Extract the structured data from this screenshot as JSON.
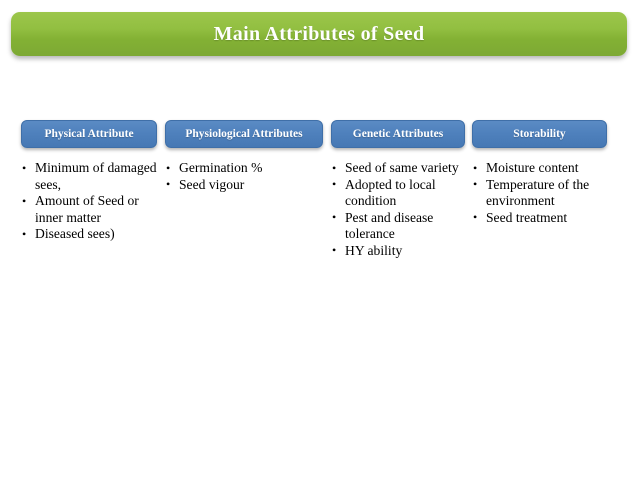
{
  "slide": {
    "title": "Main Attributes of Seed",
    "background_color": "#ffffff",
    "banner_color": "#8ebe3f",
    "header_color": "#4f81bd",
    "columns": [
      {
        "header": "Physical Attribute",
        "bullets": [
          "Minimum of damaged sees,",
          "Amount of Seed or inner matter",
          "Diseased sees)"
        ]
      },
      {
        "header": "Physiological Attributes",
        "bullets": [
          "Germination %",
          "Seed vigour"
        ]
      },
      {
        "header": "Genetic Attributes",
        "bullets": [
          "Seed of same variety",
          "Adopted to local condition",
          "Pest and disease tolerance",
          "HY ability"
        ]
      },
      {
        "header": "Storability",
        "bullets": [
          "Moisture content",
          "Temperature of the environment",
          "Seed treatment"
        ]
      }
    ]
  }
}
